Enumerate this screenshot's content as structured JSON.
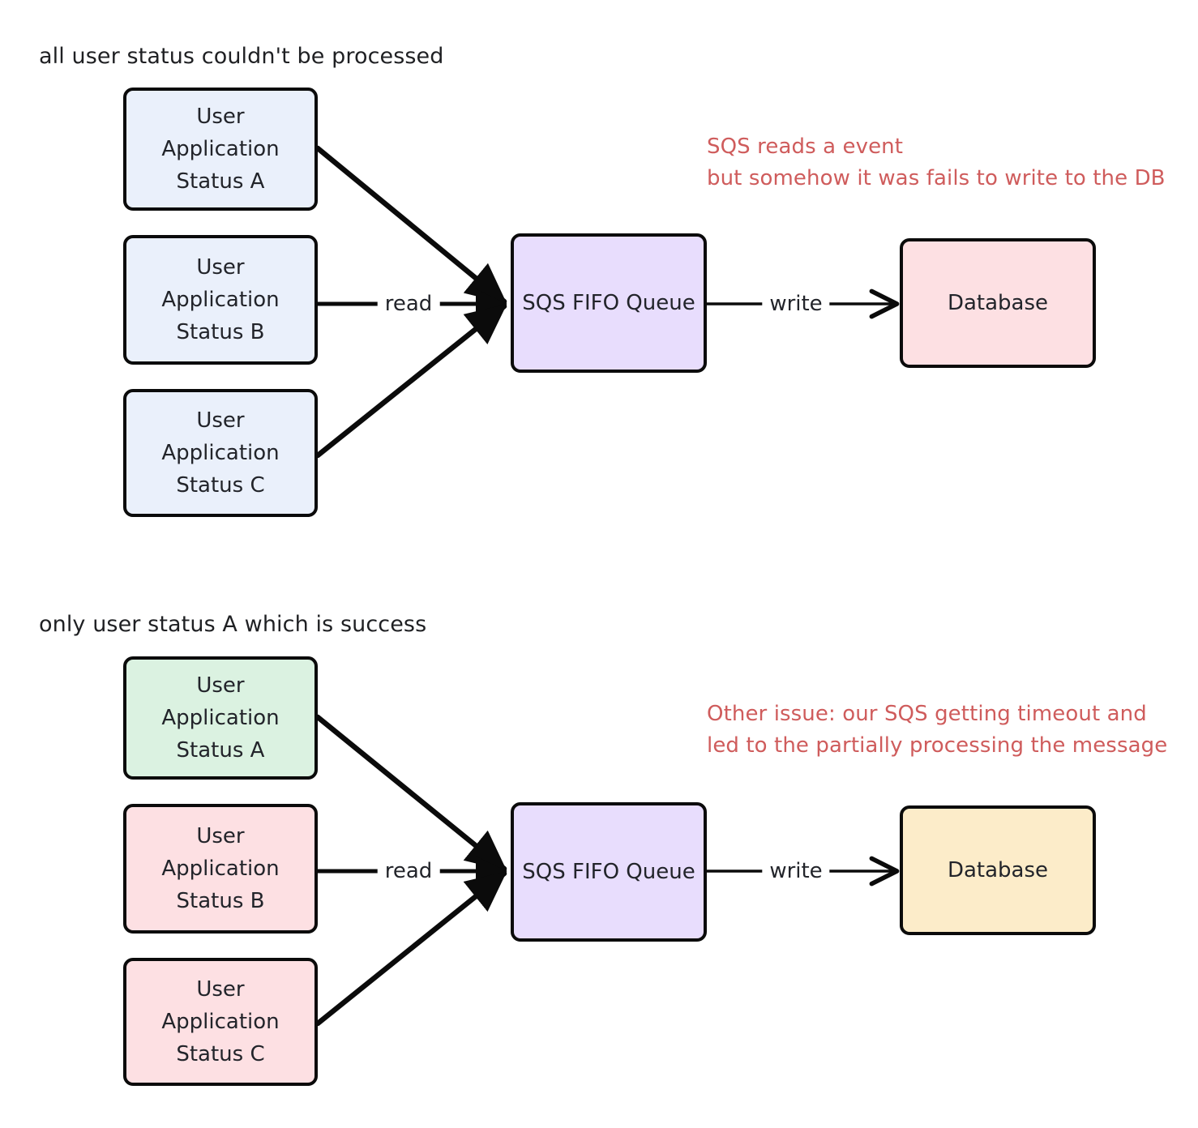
{
  "page": {
    "background": "#ffffff",
    "text_color": "#22242a",
    "annotation_color": "#cf5c5c",
    "stroke_color": "#0b0b0b"
  },
  "sections": [
    {
      "caption": "all user status couldn't be processed",
      "annotation": {
        "lines": [
          "SQS reads a event",
          "but somehow it was fails to write to the DB"
        ],
        "color": "#cf5c5c"
      },
      "nodes": [
        {
          "id": "user-a",
          "lines": [
            "User",
            "Application",
            "Status A"
          ],
          "fill": "#eaf0fb"
        },
        {
          "id": "user-b",
          "lines": [
            "User",
            "Application",
            "Status B"
          ],
          "fill": "#eaf0fb"
        },
        {
          "id": "user-c",
          "lines": [
            "User",
            "Application",
            "Status C"
          ],
          "fill": "#eaf0fb"
        },
        {
          "id": "queue",
          "lines": [
            "SQS FIFO Queue"
          ],
          "fill": "#e8ddfd"
        },
        {
          "id": "database",
          "lines": [
            "Database"
          ],
          "fill": "#fde0e3"
        }
      ],
      "edges": [
        {
          "from": "user-a",
          "to": "queue",
          "label": ""
        },
        {
          "from": "user-b",
          "to": "queue",
          "label": "read"
        },
        {
          "from": "user-c",
          "to": "queue",
          "label": ""
        },
        {
          "from": "queue",
          "to": "database",
          "label": "write"
        }
      ]
    },
    {
      "caption": "only user status A which is success",
      "annotation": {
        "lines": [
          "Other issue: our SQS getting timeout and",
          "led to the partially processing the message"
        ],
        "color": "#cf5c5c"
      },
      "nodes": [
        {
          "id": "user-a",
          "lines": [
            "User",
            "Application",
            "Status A"
          ],
          "fill": "#dbf2e1"
        },
        {
          "id": "user-b",
          "lines": [
            "User",
            "Application",
            "Status B"
          ],
          "fill": "#fde0e3"
        },
        {
          "id": "user-c",
          "lines": [
            "User",
            "Application",
            "Status C"
          ],
          "fill": "#fde0e3"
        },
        {
          "id": "queue",
          "lines": [
            "SQS FIFO Queue"
          ],
          "fill": "#e8ddfd"
        },
        {
          "id": "database",
          "lines": [
            "Database"
          ],
          "fill": "#fcecc9"
        }
      ],
      "edges": [
        {
          "from": "user-a",
          "to": "queue",
          "label": ""
        },
        {
          "from": "user-b",
          "to": "queue",
          "label": "read"
        },
        {
          "from": "user-c",
          "to": "queue",
          "label": ""
        },
        {
          "from": "queue",
          "to": "database",
          "label": "write"
        }
      ]
    }
  ]
}
